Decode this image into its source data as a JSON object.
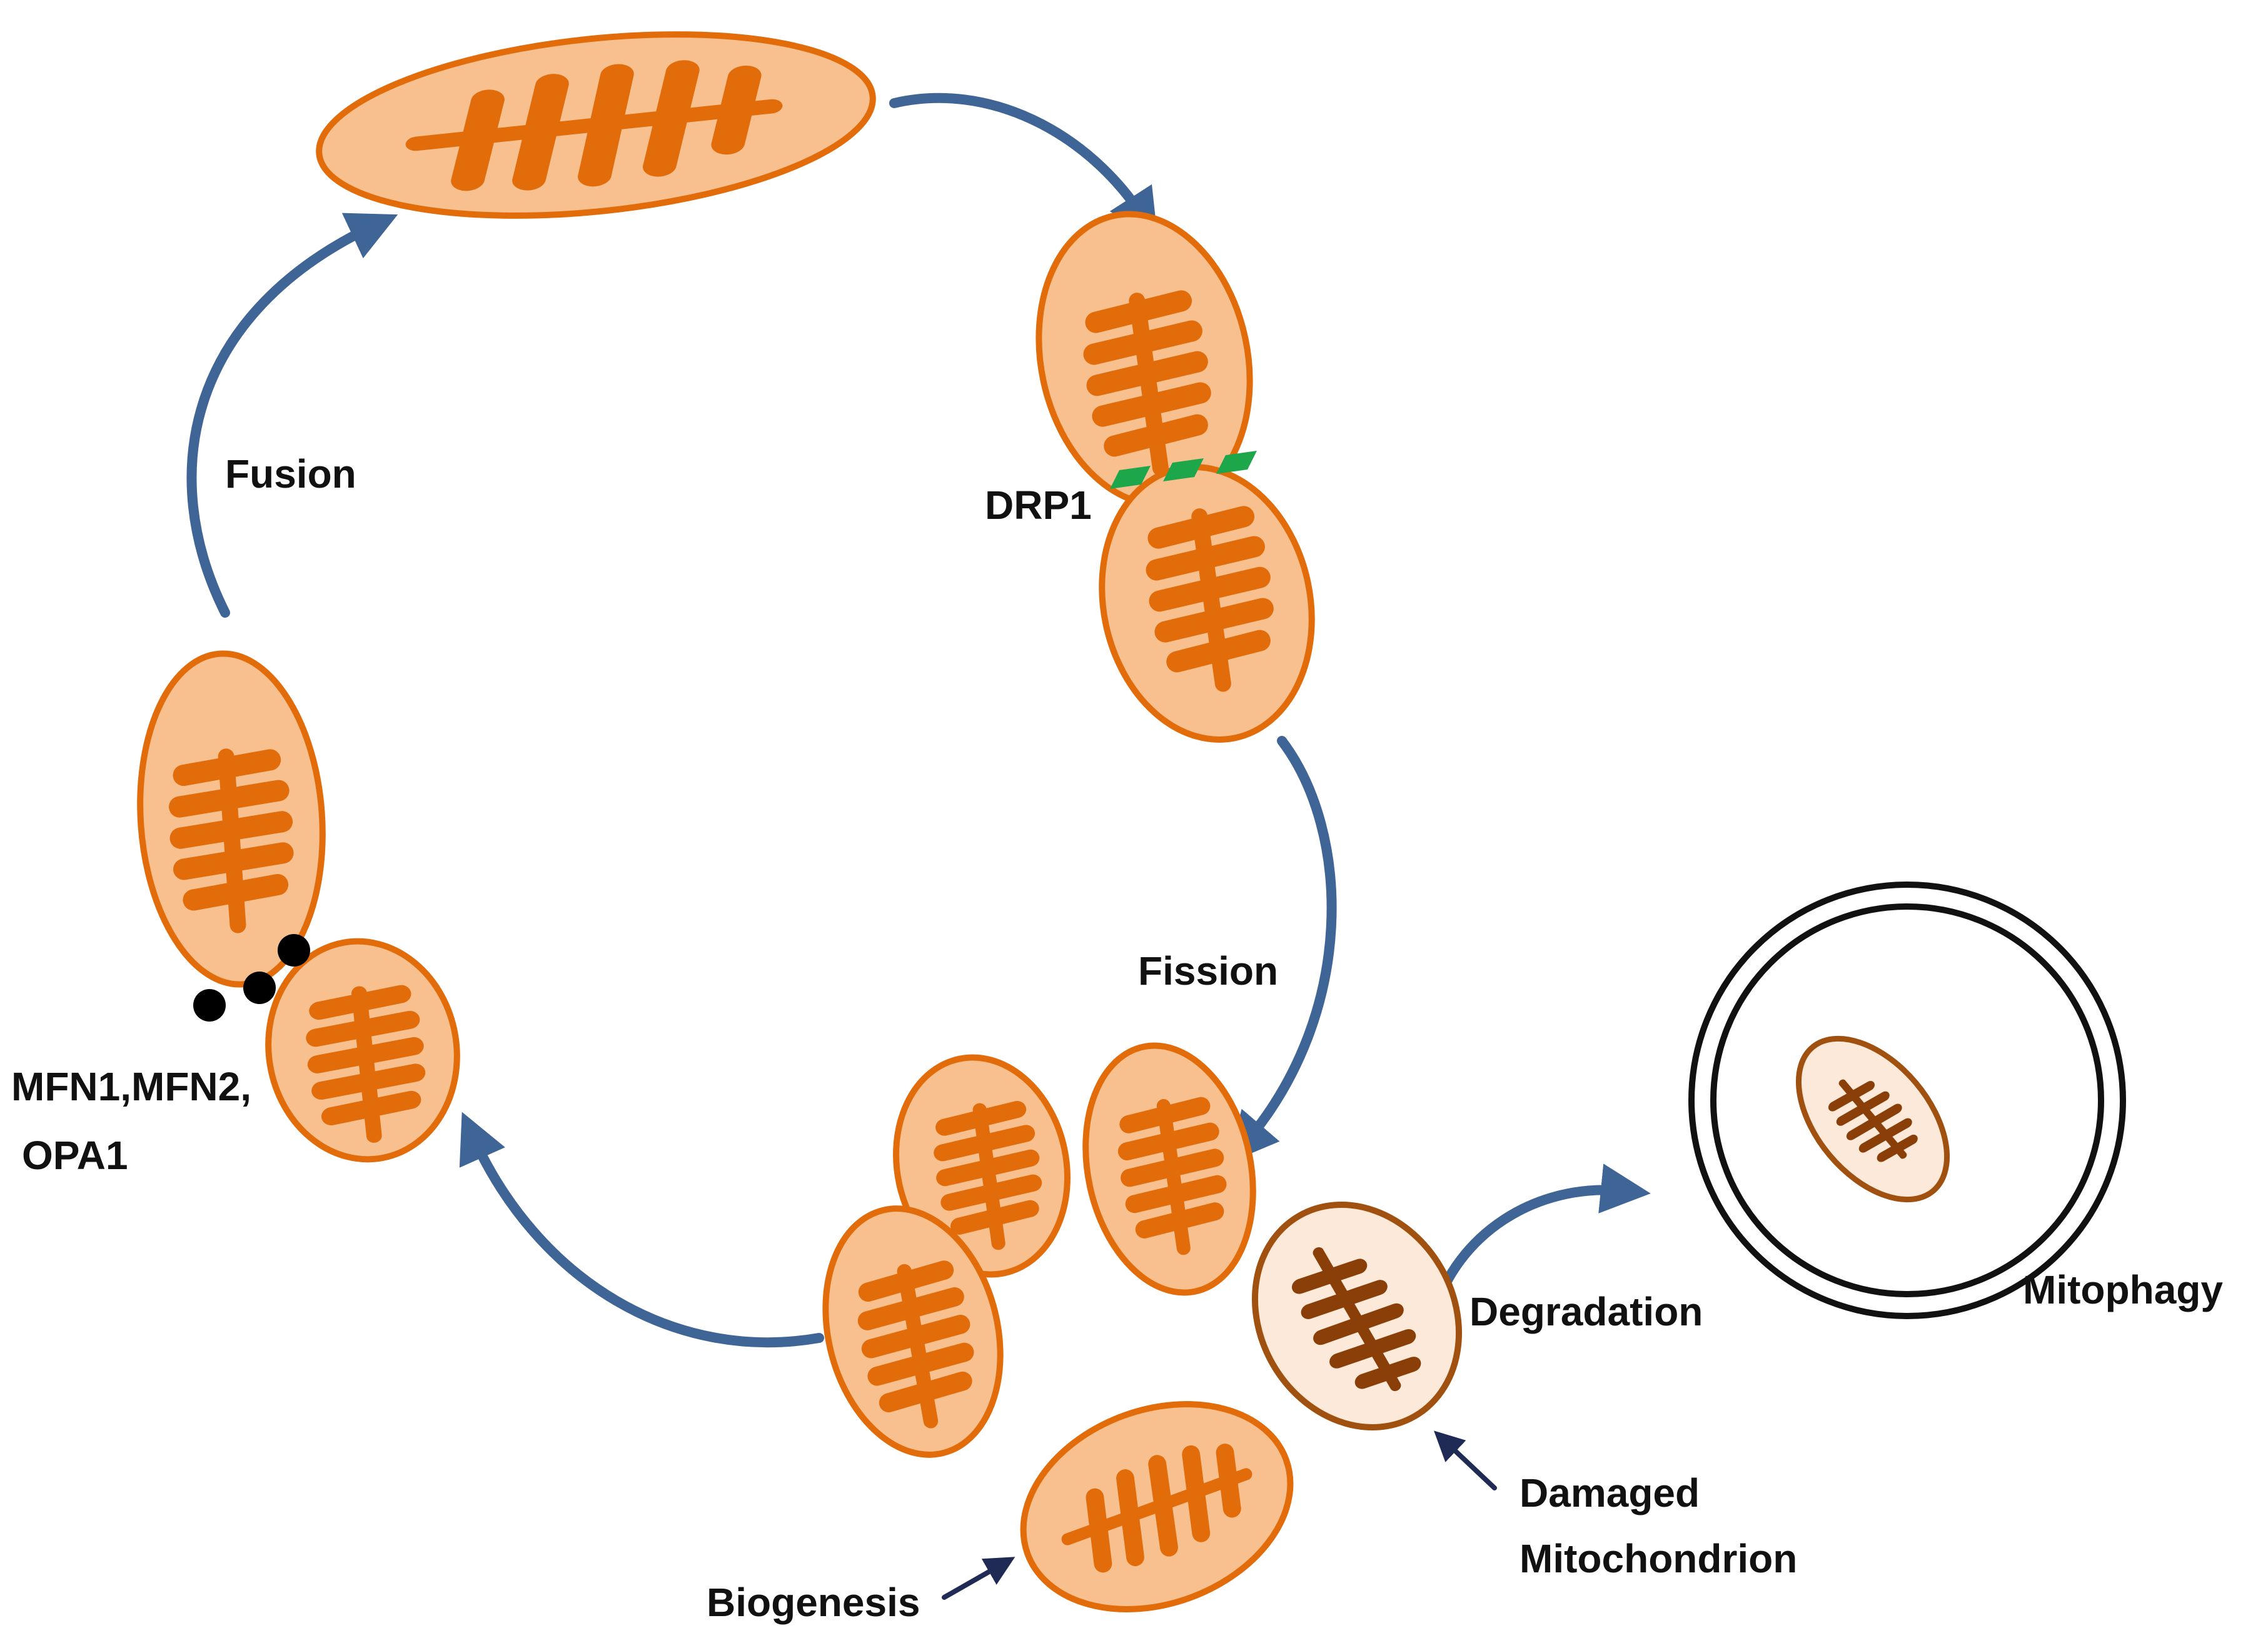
{
  "labels": {
    "fusion": "Fusion",
    "fission": "Fission",
    "drp1": "DRP1",
    "mfn_line1": "MFN1,MFN2,",
    "mfn_line2": "OPA1",
    "degradation": "Degradation",
    "mitophagy": "Mitophagy",
    "damaged_line1": "Damaged",
    "damaged_line2": "Mitochondrion",
    "biogenesis": "Biogenesis"
  },
  "colors": {
    "mito_fill": "#f8c08f",
    "mito_outline": "#e36c0a",
    "cristae": "#e36c0a",
    "damaged_fill": "#fce9d9",
    "damaged_outline": "#a0500f",
    "damaged_cristae": "#8b3f08",
    "cycle_arrow": "#3f6496",
    "pointer_arrow": "#1f2a55",
    "drp1_marker": "#1ea64b",
    "mfn_marker": "#000000"
  },
  "icons": {
    "mitochondrion": "mitochondrion-icon",
    "autophagosome": "double-ring-icon"
  }
}
